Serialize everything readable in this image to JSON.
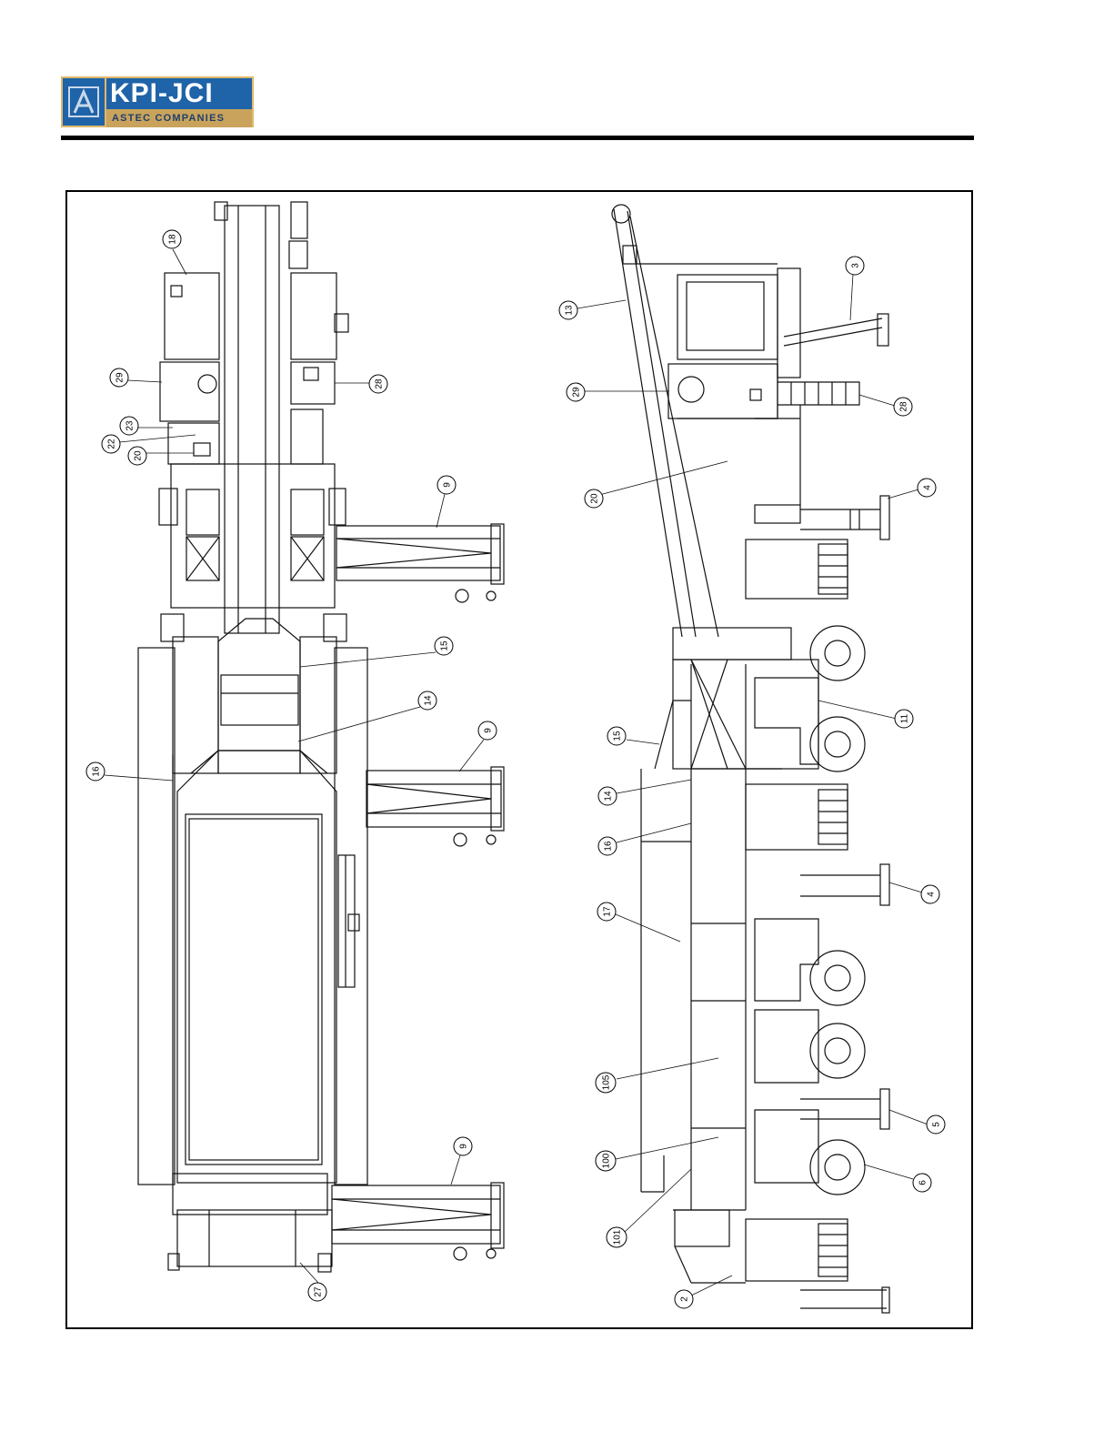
{
  "logo": {
    "name": "KPI-JCI",
    "subtitle": "ASTEC COMPANIES",
    "colors": {
      "blue": "#1f63a8",
      "gold": "#c9a35c"
    }
  },
  "callouts": {
    "c18": "18",
    "c29l": "29",
    "c28l": "28",
    "c23": "23",
    "c22": "22",
    "c20l": "20",
    "c9a": "9",
    "c15l": "15",
    "c14l": "14",
    "c9b": "9",
    "c16l": "16",
    "c9c": "9",
    "c27": "27",
    "c3": "3",
    "c13": "13",
    "c29r": "29",
    "c28r": "28",
    "c20r": "20",
    "c4a": "4",
    "c11": "11",
    "c15r": "15",
    "c14r": "14",
    "c16r": "16",
    "c4b": "4",
    "c17": "17",
    "c105": "105",
    "c5": "5",
    "c100": "100",
    "c6": "6",
    "c101": "101",
    "c2": "2"
  }
}
